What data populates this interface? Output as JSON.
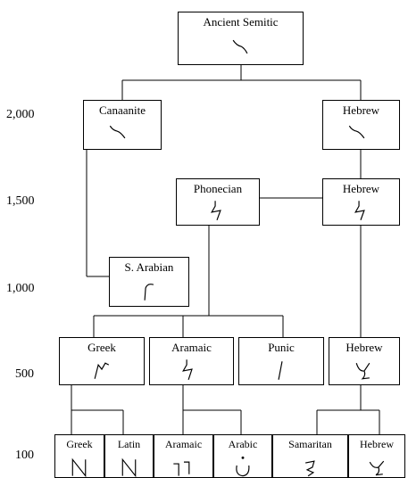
{
  "diagram": {
    "axis_labels": [
      "2,000",
      "1,500",
      "1,000",
      "500",
      "100"
    ],
    "nodes": {
      "ancient_semitic": "Ancient Semitic",
      "canaanite": "Canaanite",
      "hebrew_top": "Hebrew",
      "phoenician": "Phonecian",
      "hebrew_mid": "Hebrew",
      "s_arabian": "S. Arabian",
      "greek_500": "Greek",
      "aramaic_500": "Aramaic",
      "punic": "Punic",
      "hebrew_500": "Hebrew",
      "greek_100": "Greek",
      "latin_100": "Latin",
      "aramaic_100": "Aramaic",
      "arabic_100": "Arabic",
      "samaritan_100": "Samaritan",
      "hebrew_100": "Hebrew"
    }
  }
}
